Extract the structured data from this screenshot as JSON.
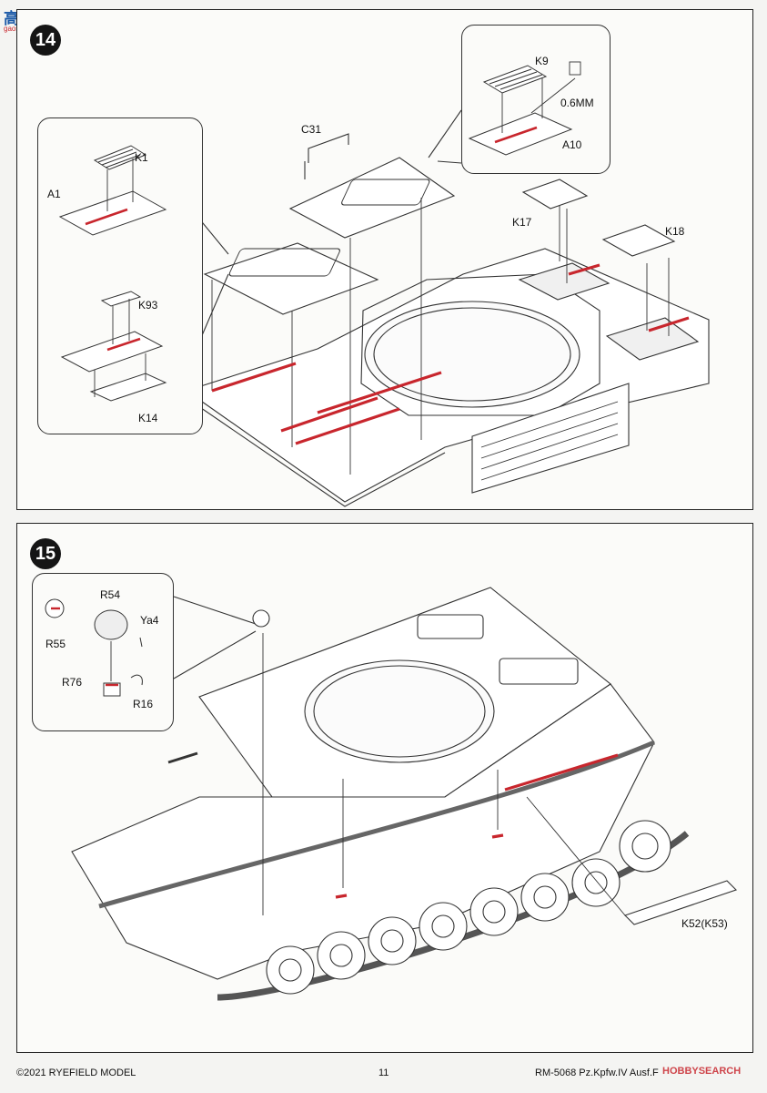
{
  "watermark_top": {
    "cn": "高手网",
    "url": "gaoshou.com"
  },
  "step14": {
    "number": "14",
    "labels": {
      "k1": "K1",
      "a1": "A1",
      "k93": "K93",
      "k14": "K14",
      "c31": "C31",
      "k9": "K9",
      "thickness": "0.6MM",
      "a10": "A10",
      "k17": "K17",
      "k18": "K18"
    }
  },
  "step15": {
    "number": "15",
    "labels": {
      "r54": "R54",
      "ya4": "Ya4",
      "r55": "R55",
      "r76": "R76",
      "r16": "R16",
      "k52": "K52(K53)"
    }
  },
  "footer": {
    "copyright": "©2021 RYEFIELD MODEL",
    "page_number": "11",
    "product": "RM-5068 Pz.Kpfw.IV Ausf.F",
    "watermark": "HOBBYSEARCH"
  },
  "colors": {
    "accent_red": "#c8262d",
    "line": "#333333"
  }
}
